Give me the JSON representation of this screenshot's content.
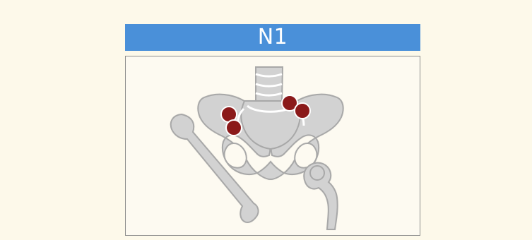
{
  "diagram": {
    "title": "N1",
    "colors": {
      "header": "#4a90d9",
      "background": "#fdf9ea",
      "panel": "#fdfaf1",
      "panel_border": "#8d8d8d",
      "bone_fill": "#d2d2d2",
      "bone_stroke": "#a8a8a8",
      "node": "#8b1a1a"
    },
    "node_count": 4,
    "figure": "pelvis-with-femoral-heads"
  }
}
